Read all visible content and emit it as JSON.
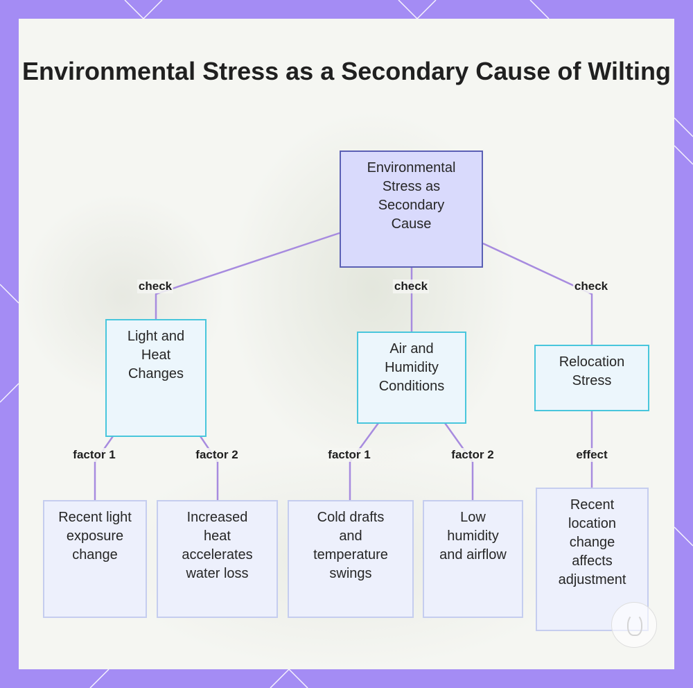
{
  "title": "Environmental Stress as a Secondary Cause of Wilting",
  "colors": {
    "frame": "#a48cf4",
    "panel": "#f5f6f2",
    "edge": "#a78bdf",
    "root_fill": "#d9dafc",
    "root_border": "#5a5fb4",
    "mid_fill": "#ecf6fc",
    "mid_border": "#48c6dc",
    "leaf_fill": "#edf0fc",
    "leaf_border": "#c5cdef"
  },
  "nodes": {
    "root": "Environmental Stress as Secondary Cause",
    "light_heat": "Light and Heat Changes",
    "air_humidity": "Air and Humidity Conditions",
    "relocation": "Relocation Stress",
    "recent_light": "Recent light exposure change",
    "increased_heat": "Increased heat accelerates water loss",
    "cold_drafts": "Cold drafts and temperature swings",
    "low_humidity": "Low humidity and airflow",
    "recent_location": "Recent location change affects adjustment"
  },
  "edge_labels": {
    "check_light": "check",
    "check_air": "check",
    "check_relocation": "check",
    "factor1_light": "factor 1",
    "factor2_light": "factor 2",
    "factor1_air": "factor 1",
    "factor2_air": "factor 2",
    "effect_relocation": "effect"
  }
}
